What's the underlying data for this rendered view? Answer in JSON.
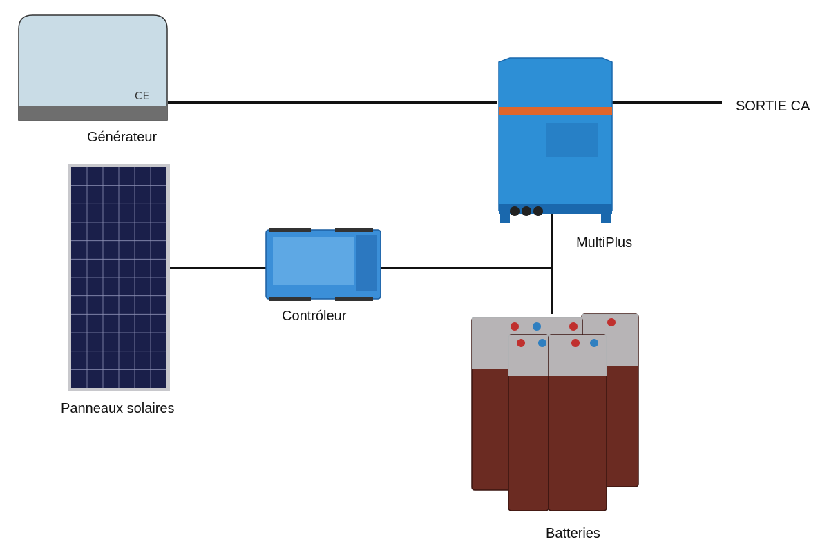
{
  "diagram": {
    "nodes": {
      "generator": {
        "label": "Générateur",
        "mark": "CE"
      },
      "solar": {
        "label": "Panneaux solaires"
      },
      "controller": {
        "label": "Contróleur"
      },
      "multiplus": {
        "label": "MultiPlus"
      },
      "batteries": {
        "label": "Batteries"
      },
      "ac_out": {
        "label": "SORTIE CA"
      }
    },
    "connections": [
      {
        "from": "generator",
        "to": "multiplus"
      },
      {
        "from": "multiplus",
        "to": "ac_out"
      },
      {
        "from": "solar",
        "to": "controller"
      },
      {
        "from": "controller",
        "to": "batteries"
      },
      {
        "from": "multiplus",
        "to": "batteries"
      }
    ],
    "colors": {
      "generator_body": "#c9dce6",
      "generator_base": "#6e6e6e",
      "solar_frame": "#c8c8cc",
      "solar_cell": "#1a1f4a",
      "multiplus_body": "#2d8fd6",
      "multiplus_stripe": "#e0662b",
      "controller_body": "#3b8fd8",
      "battery_body": "#6b2b22",
      "battery_terminal_red": "#c0302e",
      "battery_terminal_blue": "#2f7fc0"
    },
    "icons": {
      "generator": "generator-icon",
      "solar": "solar-panel-icon",
      "controller": "charge-controller-icon",
      "multiplus": "inverter-charger-icon",
      "batteries": "battery-bank-icon"
    }
  }
}
